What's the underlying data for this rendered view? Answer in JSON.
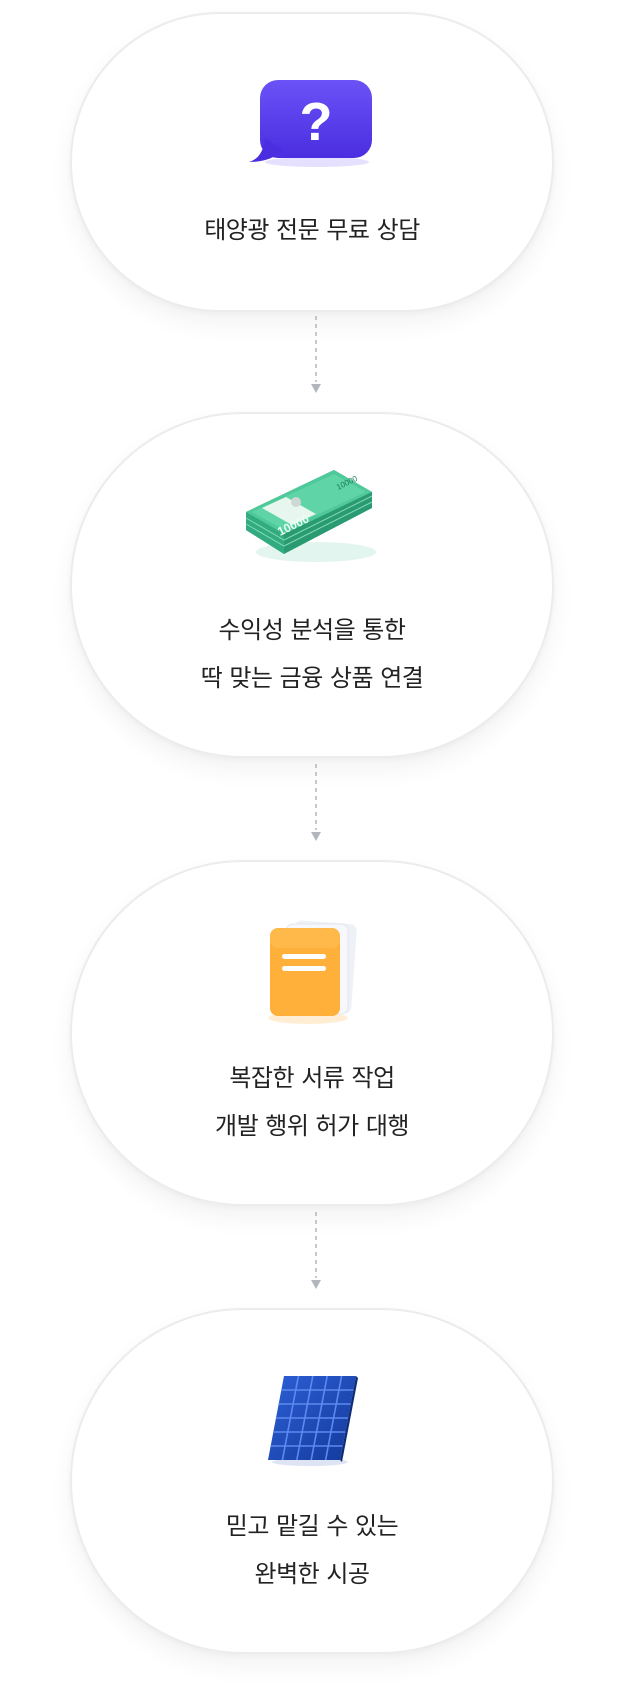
{
  "steps": [
    {
      "lines": [
        "태양광 전문 무료 상담"
      ],
      "icon": "question-bubble-icon"
    },
    {
      "lines": [
        "수익성 분석을 통한",
        "딱 맞는 금융 상품 연결"
      ],
      "icon": "cash-stack-icon",
      "bill_value": "10000"
    },
    {
      "lines": [
        "복잡한 서류 작업",
        "개발 행위 허가 대행"
      ],
      "icon": "document-icon"
    },
    {
      "lines": [
        "믿고 맡길 수 있는",
        "완벽한 시공"
      ],
      "icon": "solar-panel-icon"
    }
  ],
  "colors": {
    "accent_purple": "#5b3df0",
    "money_green": "#3dba8c",
    "document_orange": "#ffb03b",
    "panel_blue": "#1f4bb8",
    "connector_gray": "#b3b6bc"
  }
}
